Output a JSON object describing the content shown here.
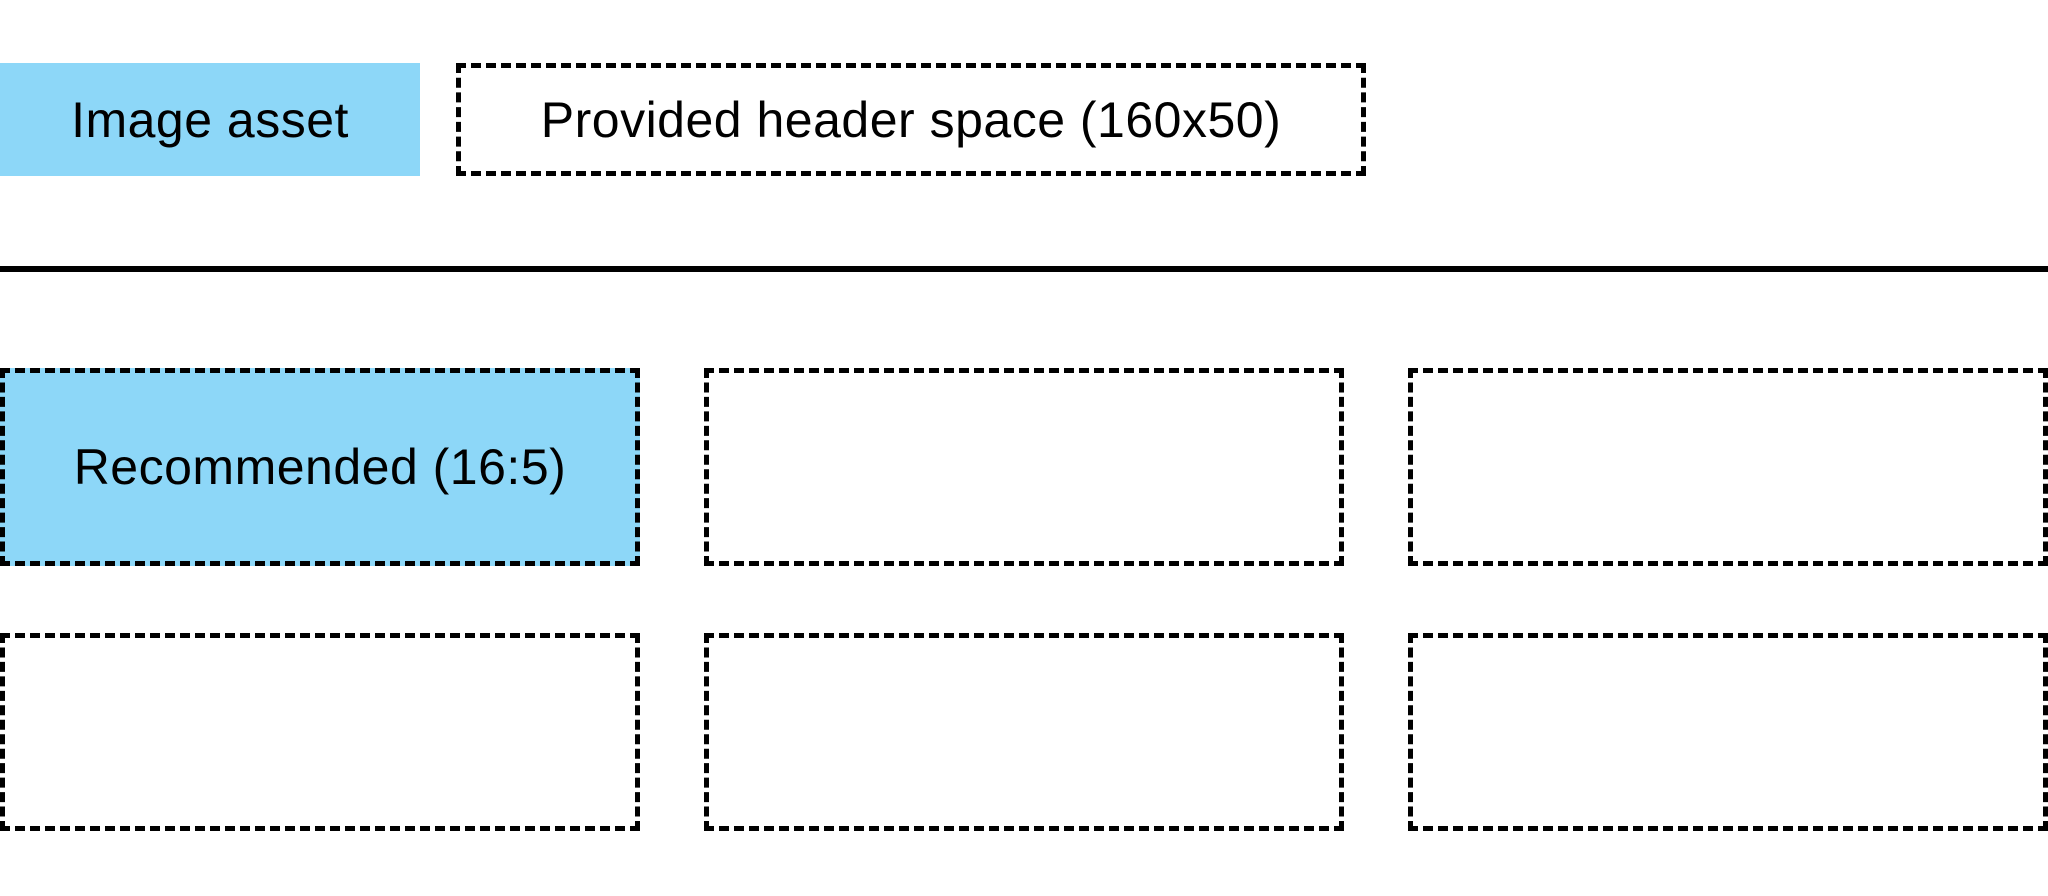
{
  "legend": {
    "image_asset": {
      "label": "Image asset"
    },
    "header_space": {
      "label": "Provided header space (160x50)"
    }
  },
  "examples": {
    "row1": [
      {
        "id": "recommended",
        "label": "Recommended (16:5)",
        "fill": {
          "width_pct": 100,
          "height_pct": 100
        }
      },
      {
        "id": "full-width-tall-bar",
        "fill": {
          "width_pct": 100,
          "height_pct": 88
        }
      },
      {
        "id": "full-width-thin-bar",
        "fill": {
          "width_pct": 100,
          "height_pct": 45
        }
      }
    ],
    "row2": [
      {
        "id": "partial-width-wide",
        "fill": {
          "width_pct": 81,
          "height_pct": 100
        }
      },
      {
        "id": "partial-width-half",
        "fill": {
          "width_pct": 55,
          "height_pct": 100
        }
      },
      {
        "id": "partial-width-narrow",
        "fill": {
          "width_pct": 31,
          "height_pct": 100
        }
      }
    ]
  },
  "colors": {
    "asset_blue": "#8DD7F8",
    "line_black": "#000000"
  }
}
